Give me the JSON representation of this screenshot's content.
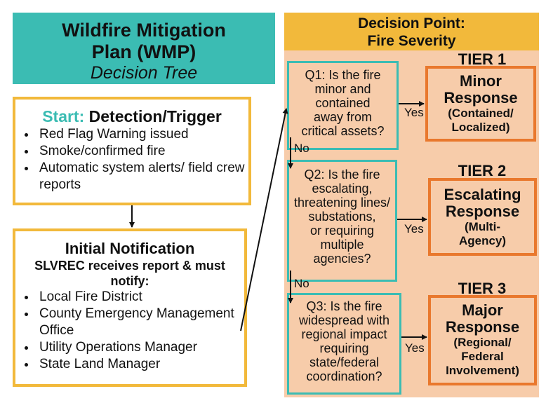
{
  "title": {
    "line1": "Wildfire Mitigation",
    "line2": "Plan (WMP)",
    "subtitle": "Decision Tree"
  },
  "start": {
    "label": "Start:",
    "heading": "Detection/Trigger",
    "items": [
      "Red Flag Warning issued",
      "Smoke/confirmed fire",
      "Automatic system alerts/ field crew reports"
    ]
  },
  "notification": {
    "heading": "Initial Notification",
    "subheading": "SLVREC receives report & must notify:",
    "items": [
      "Local Fire District",
      "County Emergency Management Office",
      "Utility Operations Manager",
      "State Land Manager"
    ]
  },
  "decision": {
    "header_line1": "Decision Point:",
    "header_line2": "Fire Severity",
    "questions": [
      {
        "lines": [
          "Q1: Is the fire",
          "minor and",
          "contained",
          "away from",
          "critical assets?"
        ]
      },
      {
        "lines": [
          "Q2: Is the fire",
          "escalating,",
          "threatening lines/",
          "substations,",
          "or requiring",
          "multiple",
          "agencies?"
        ]
      },
      {
        "lines": [
          "Q3: Is the fire",
          "widespread with",
          "regional impact",
          "requiring",
          "state/federal",
          "coordination?"
        ]
      }
    ],
    "tiers": [
      {
        "label": "TIER 1",
        "name_lines": [
          "Minor",
          "Response"
        ],
        "desc_lines": [
          "(Contained/",
          "Localized)"
        ]
      },
      {
        "label": "TIER 2",
        "name_lines": [
          "Escalating",
          "Response"
        ],
        "desc_lines": [
          "(Multi-",
          "Agency)"
        ]
      },
      {
        "label": "TIER 3",
        "name_lines": [
          "Major",
          "Response"
        ],
        "desc_lines": [
          "(Regional/",
          "Federal",
          "Involvement)"
        ]
      }
    ],
    "yes_label": "Yes",
    "no_label": "No"
  },
  "colors": {
    "teal": "#3bbcb3",
    "yellow": "#f2b93b",
    "peach": "#f7ccaa",
    "orange": "#e9782d"
  }
}
